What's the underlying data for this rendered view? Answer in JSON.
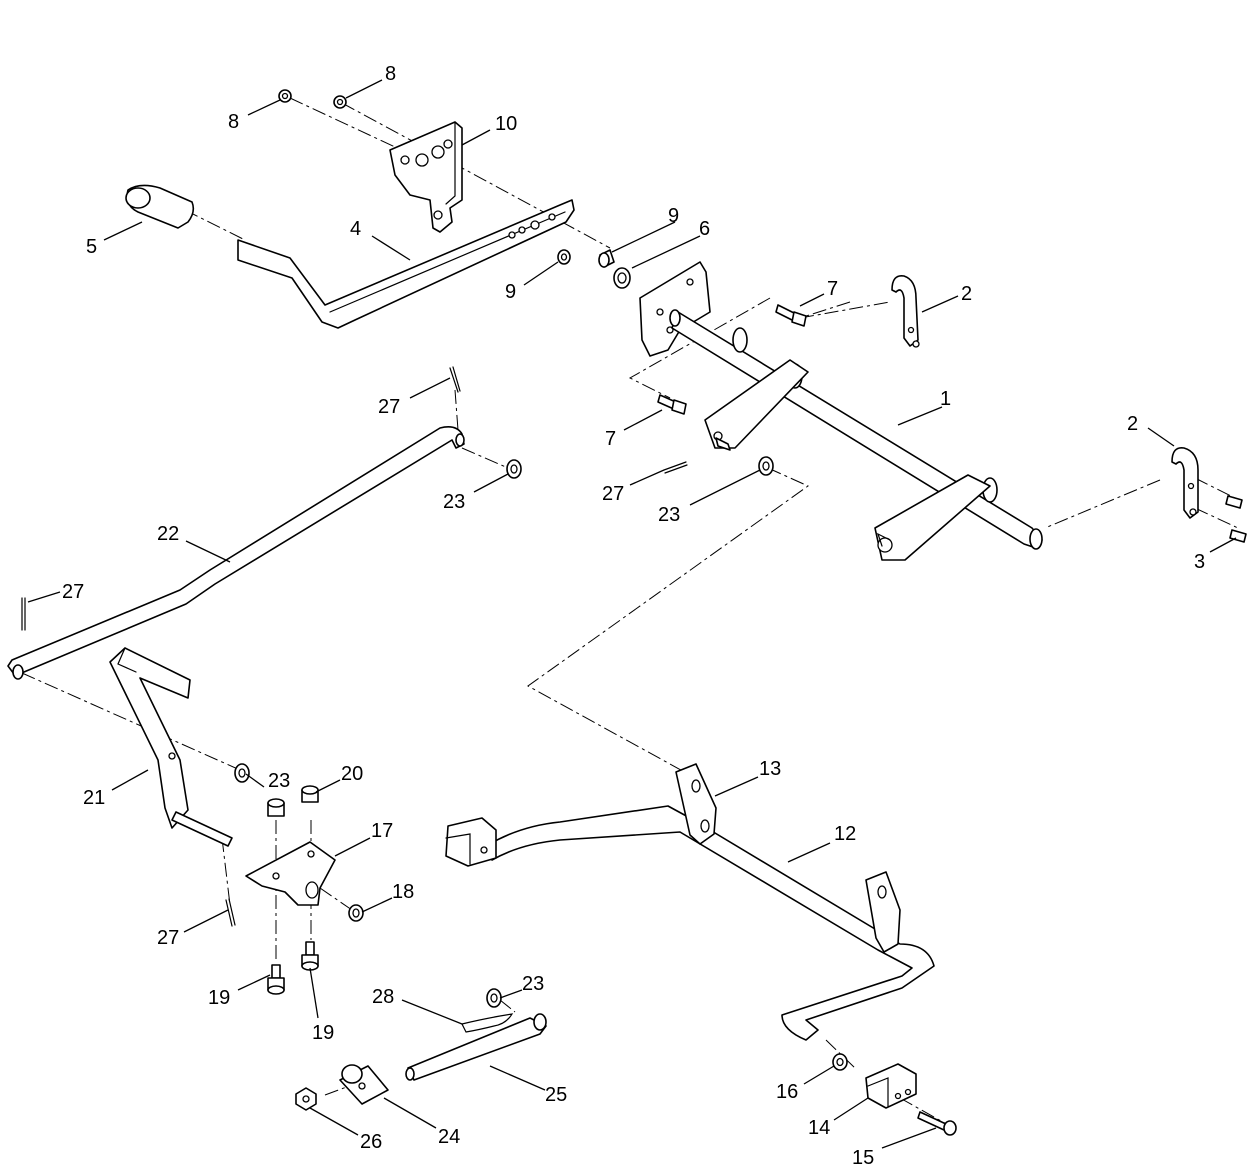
{
  "callouts": {
    "c1": "1",
    "c2a": "2",
    "c2b": "2",
    "c3": "3",
    "c4": "4",
    "c5": "5",
    "c6": "6",
    "c7a": "7",
    "c7b": "7",
    "c8a": "8",
    "c8b": "8",
    "c9a": "9",
    "c9b": "9",
    "c10": "10",
    "c12": "12",
    "c13": "13",
    "c14": "14",
    "c15": "15",
    "c16": "16",
    "c17": "17",
    "c18": "18",
    "c19a": "19",
    "c19b": "19",
    "c20": "20",
    "c21": "21",
    "c22": "22",
    "c23a": "23",
    "c23b": "23",
    "c23c": "23",
    "c23d": "23",
    "c24": "24",
    "c25": "25",
    "c26": "26",
    "c27a": "27",
    "c27b": "27",
    "c27c": "27",
    "c27d": "27",
    "c28": "28"
  }
}
